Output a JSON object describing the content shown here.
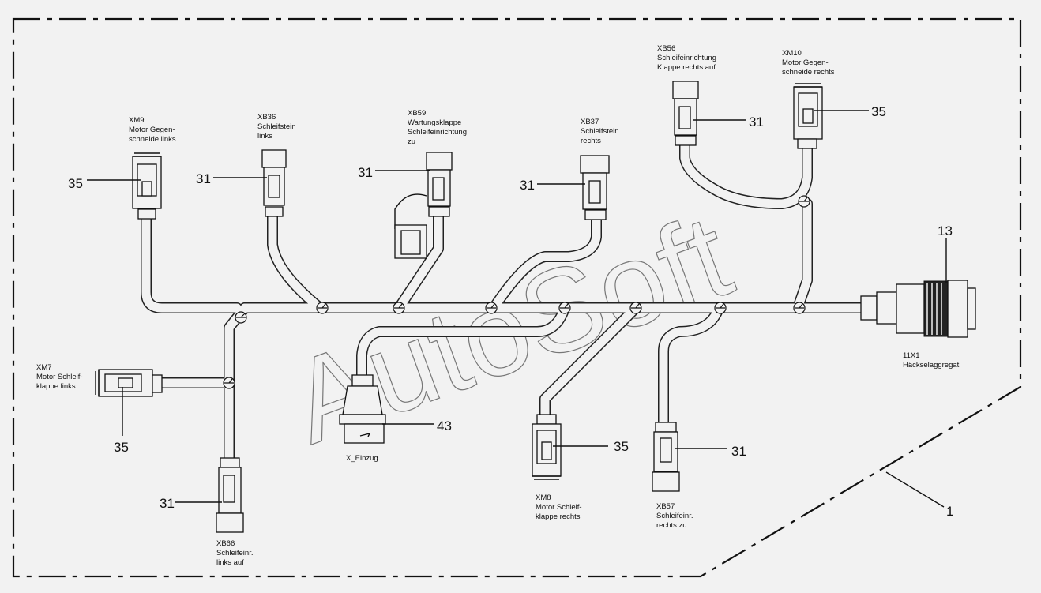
{
  "watermark": "AutoSoft",
  "connectors": {
    "xm9": [
      "XM9",
      "Motor Gegen-",
      "schneide links"
    ],
    "xb36": [
      "XB36",
      "Schleifstein",
      "links"
    ],
    "xb59": [
      "XB59",
      "Wartungsklappe",
      "Schleifeinrichtung",
      "zu"
    ],
    "xb37": [
      "XB37",
      "Schleifstein",
      "rechts"
    ],
    "xb56": [
      "XB56",
      "Schleifeinrichtung",
      "Klappe rechts auf"
    ],
    "xm10": [
      "XM10",
      "Motor Gegen-",
      "schneide rechts"
    ],
    "x11": [
      "11X1",
      "Häckselaggregat"
    ],
    "xm7": [
      "XM7",
      "Motor Schleif-",
      "klappe links"
    ],
    "xeinzug": [
      "X_Einzug"
    ],
    "xm8": [
      "XM8",
      "Motor Schleif-",
      "klappe rechts"
    ],
    "xb57": [
      "XB57",
      "Schleifeinr.",
      "rechts zu"
    ],
    "xb66": [
      "XB66",
      "Schleifeinr.",
      "links auf"
    ]
  },
  "callouts": {
    "xm9": "35",
    "xb36": "31",
    "xb59": "31",
    "xb37": "31",
    "xb56": "31",
    "xm10": "35",
    "x11": "13",
    "xm7": "35",
    "xeinzug": "43",
    "xm8": "35",
    "xb57": "31",
    "xb66": "31",
    "frame": "1"
  }
}
